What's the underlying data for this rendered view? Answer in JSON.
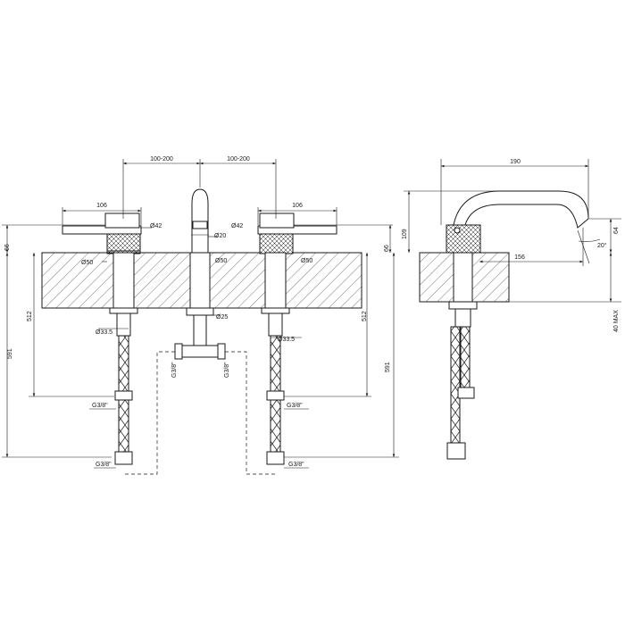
{
  "front_view": {
    "spread_left": "100-200",
    "spread_right": "100-200",
    "lever_left": "106",
    "lever_right": "106",
    "body_dia_left": "Ø42",
    "spout_dia": "Ø20",
    "base_dia_left": "Ø50",
    "base_dia_center": "Ø50",
    "base_dia_right": "Ø50",
    "right_handle_dia": "Ø42",
    "height_left": "66",
    "height_right": "66",
    "shank_dia_center": "Ø25",
    "shank_dia_left": "Ø33.5",
    "shank_dia_right": "Ø33.5",
    "hose_len_left": "512",
    "hose_len_right": "512",
    "total_len_left": "591",
    "total_len_right": "591",
    "thread_left_upper": "G3/8\"",
    "thread_right_upper": "G3/8\"",
    "thread_left_lower": "G3/8\"",
    "thread_right_lower": "G3/8\"",
    "thread_tee_left": "G3/8\"",
    "thread_tee_right": "G3/8\""
  },
  "side_view": {
    "reach": "190",
    "height": "109",
    "spout_reach": "156",
    "spout_angle": "20°",
    "spout_height": "64",
    "max_thickness": "40 MAX"
  }
}
